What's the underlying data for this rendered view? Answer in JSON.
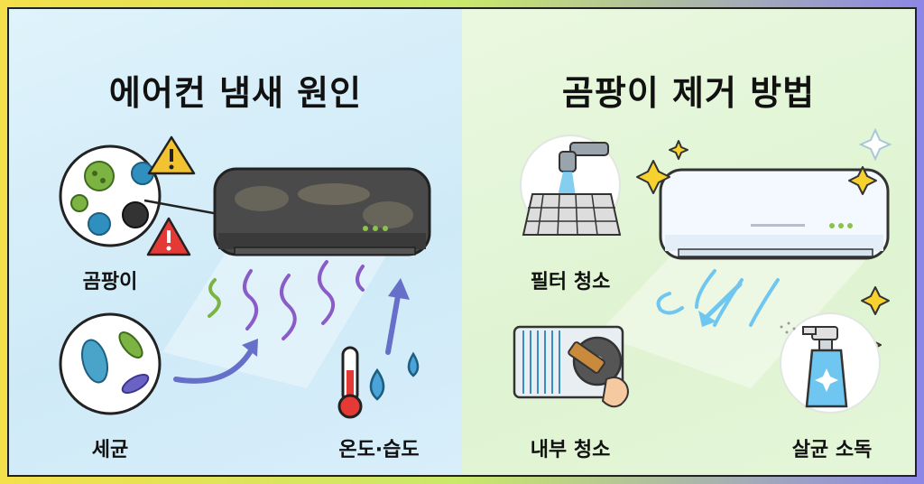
{
  "left_panel": {
    "title": "에어컨 냄새 원인",
    "items": [
      {
        "label": "곰팡이",
        "icon": "mold-icon"
      },
      {
        "label": "세균",
        "icon": "bacteria-icon"
      },
      {
        "label": "온도·습도",
        "icon": "thermometer-droplet-icon"
      }
    ]
  },
  "right_panel": {
    "title": "곰팡이 제거 방법",
    "items": [
      {
        "label": "필터 청소",
        "icon": "filter-faucet-icon"
      },
      {
        "label": "내부 청소",
        "icon": "brush-coil-icon"
      },
      {
        "label": "살균 소독",
        "icon": "spray-bottle-icon"
      }
    ]
  },
  "colors": {
    "left_bg": "#d6eef9",
    "right_bg": "#e2f5d6",
    "warning": "#f2c230",
    "danger": "#e53935",
    "mold_green": "#7cb342",
    "mold_blue": "#2f8fbf",
    "odor_purple": "#8a5cc7"
  }
}
